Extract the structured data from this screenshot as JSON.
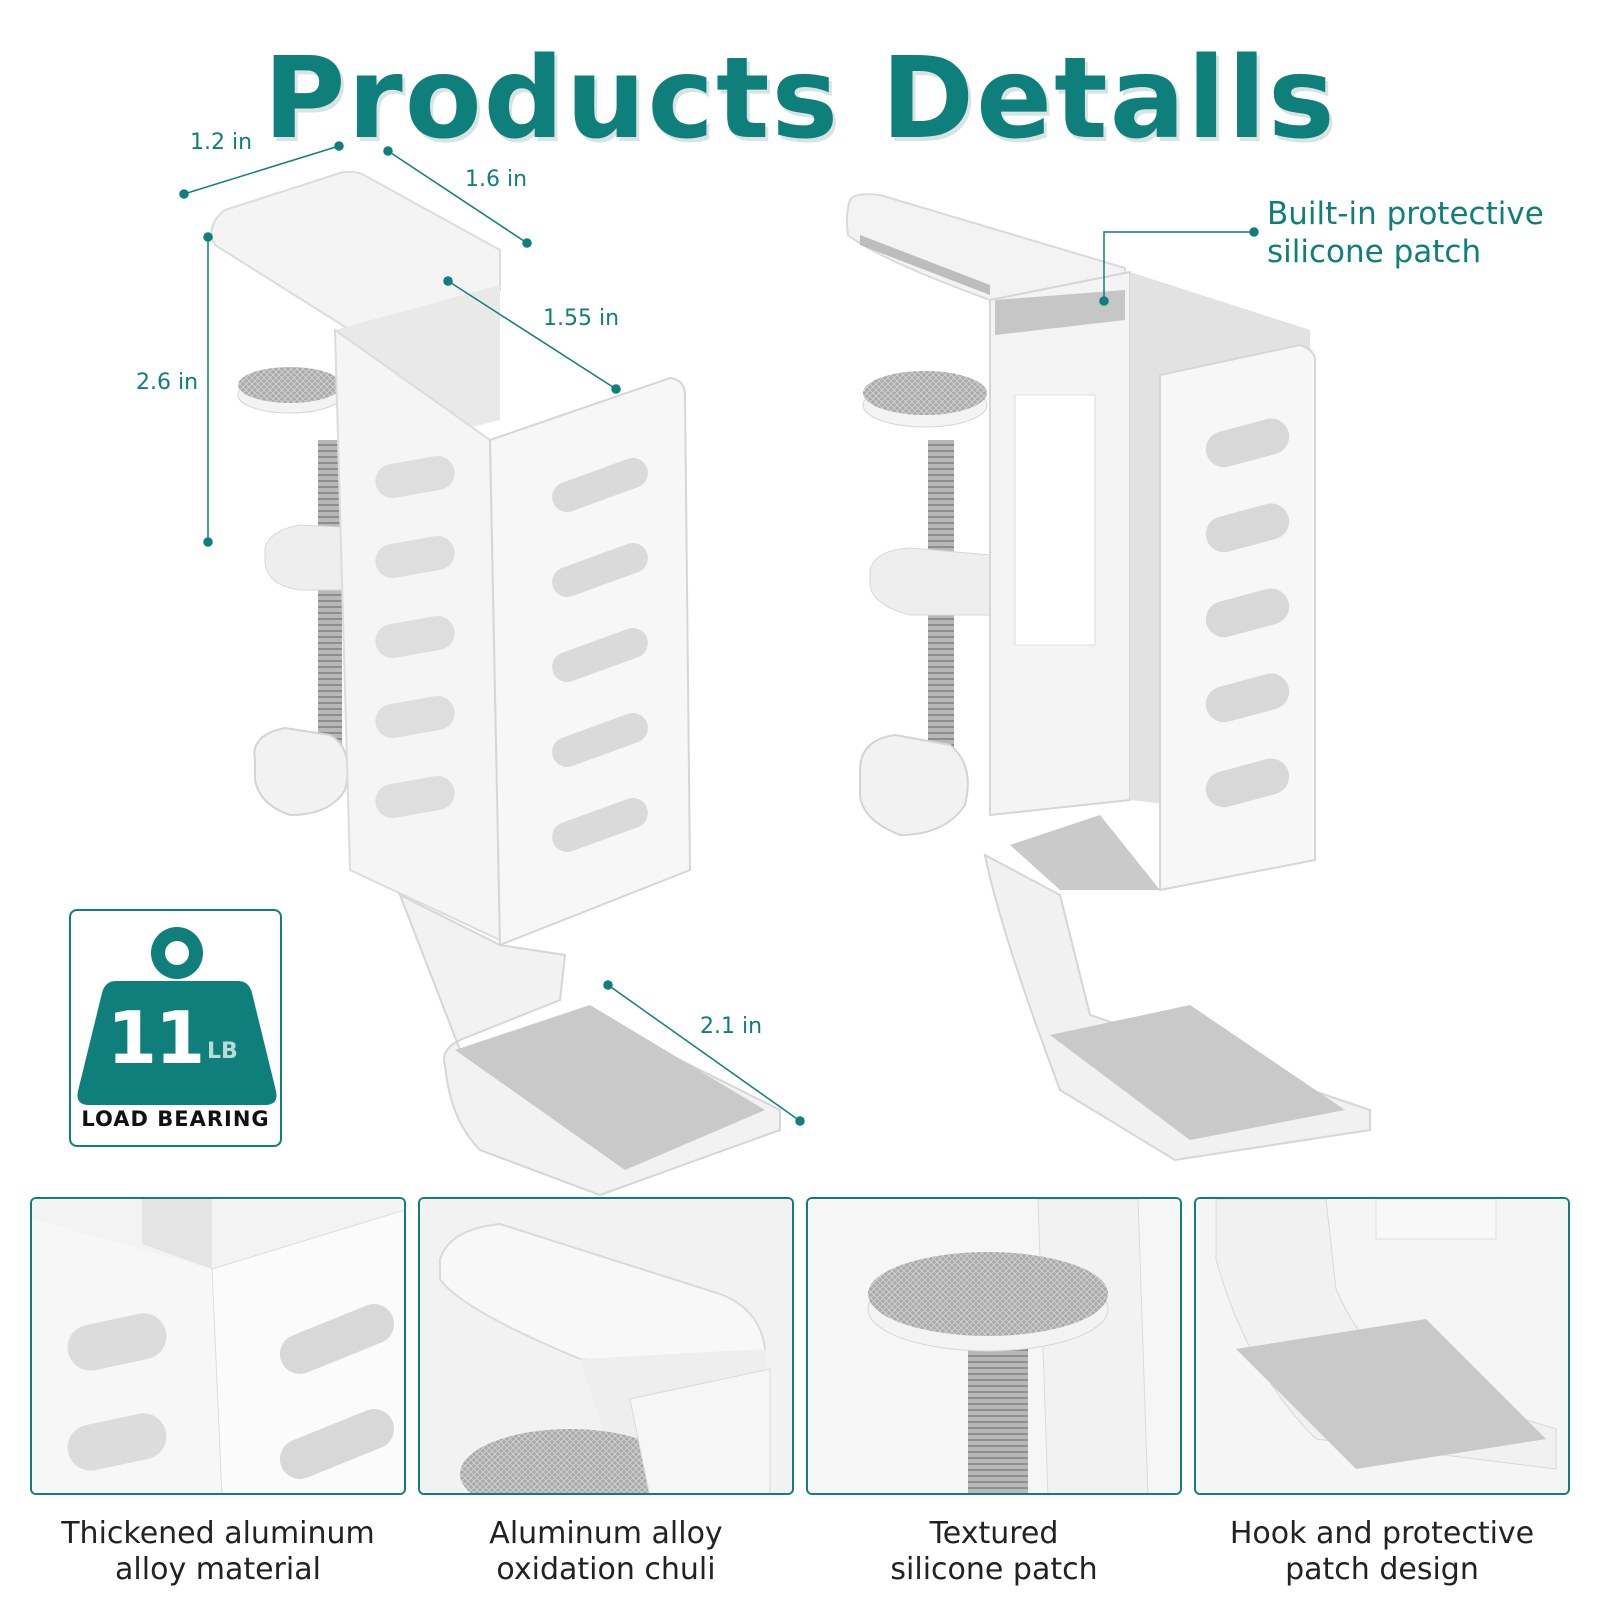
{
  "title": "Products Detalls",
  "dimensions": {
    "top_width": "1.2 in",
    "top_depth": "1.6 in",
    "height": "2.6 in",
    "holder_depth": "1.55 in",
    "hook_length": "2.1 in"
  },
  "callout": {
    "line1": "Built-in protective",
    "line2": "silicone patch"
  },
  "load_badge": {
    "value": "11",
    "unit": "LB",
    "label": "LOAD BEARING"
  },
  "features": [
    {
      "line1": "Thickened aluminum",
      "line2": "alloy material"
    },
    {
      "line1": "Aluminum alloy",
      "line2": "oxidation chuli"
    },
    {
      "line1": "Textured",
      "line2": "silicone patch"
    },
    {
      "line1": "Hook and protective",
      "line2": "patch design"
    }
  ],
  "colors": {
    "accent": "#0f7f7c",
    "product": "#f1f1f1",
    "pad": "#c9c9c9"
  }
}
